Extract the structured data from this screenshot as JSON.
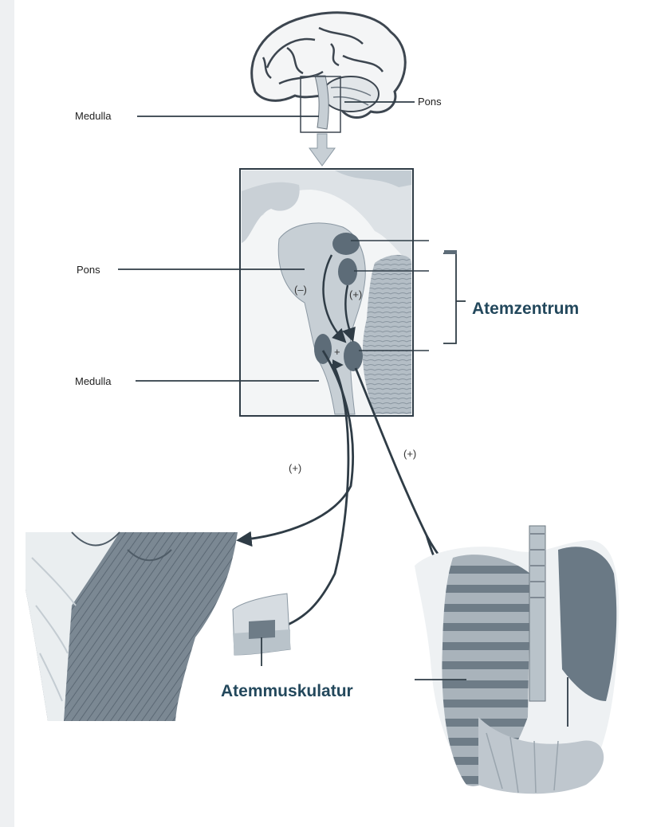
{
  "labels": {
    "medulla_top": "Medulla",
    "pons_top": "Pons",
    "pons_mid": "Pons",
    "medulla_mid": "Medulla",
    "atemzentrum": "Atemzentrum",
    "atemmuskulatur": "Atemmuskulatur"
  },
  "signs": {
    "inhibit": "(–)",
    "excite_upper": "(+)",
    "excite_small": "+",
    "excite_left": "(+)",
    "excite_right": "(+)"
  },
  "colors": {
    "tissue_dark": "#5d6c78",
    "tissue_mid": "#8b98a3",
    "tissue_light": "#c3ccd3",
    "arrow": "#2f3c46",
    "label_accent": "#23485c"
  }
}
